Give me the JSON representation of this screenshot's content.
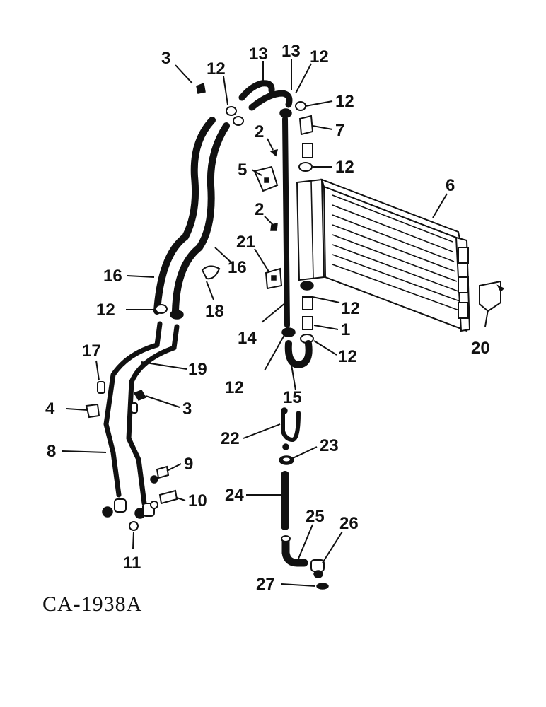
{
  "diagram": {
    "code": "CA-1938A",
    "callouts": [
      {
        "id": "c3a",
        "text": "3"
      },
      {
        "id": "c12a",
        "text": "12"
      },
      {
        "id": "c13a",
        "text": "13"
      },
      {
        "id": "c13b",
        "text": "13"
      },
      {
        "id": "c12b",
        "text": "12"
      },
      {
        "id": "c12c",
        "text": "12"
      },
      {
        "id": "c7",
        "text": "7"
      },
      {
        "id": "c2a",
        "text": "2"
      },
      {
        "id": "c12d",
        "text": "12"
      },
      {
        "id": "c5",
        "text": "5"
      },
      {
        "id": "c6",
        "text": "6"
      },
      {
        "id": "c2b",
        "text": "2"
      },
      {
        "id": "c21",
        "text": "21"
      },
      {
        "id": "c16a",
        "text": "16"
      },
      {
        "id": "c16b",
        "text": "16"
      },
      {
        "id": "c18",
        "text": "18"
      },
      {
        "id": "c12e",
        "text": "12"
      },
      {
        "id": "c14",
        "text": "14"
      },
      {
        "id": "c12f",
        "text": "12"
      },
      {
        "id": "c1",
        "text": "1"
      },
      {
        "id": "c12g",
        "text": "12"
      },
      {
        "id": "c20",
        "text": "20"
      },
      {
        "id": "c17",
        "text": "17"
      },
      {
        "id": "c19",
        "text": "19"
      },
      {
        "id": "c12h",
        "text": "12"
      },
      {
        "id": "c15",
        "text": "15"
      },
      {
        "id": "c4",
        "text": "4"
      },
      {
        "id": "c3b",
        "text": "3"
      },
      {
        "id": "c22",
        "text": "22"
      },
      {
        "id": "c23",
        "text": "23"
      },
      {
        "id": "c8",
        "text": "8"
      },
      {
        "id": "c9",
        "text": "9"
      },
      {
        "id": "c10",
        "text": "10"
      },
      {
        "id": "c24",
        "text": "24"
      },
      {
        "id": "c25",
        "text": "25"
      },
      {
        "id": "c26",
        "text": "26"
      },
      {
        "id": "c11",
        "text": "11"
      },
      {
        "id": "c27",
        "text": "27"
      }
    ]
  }
}
